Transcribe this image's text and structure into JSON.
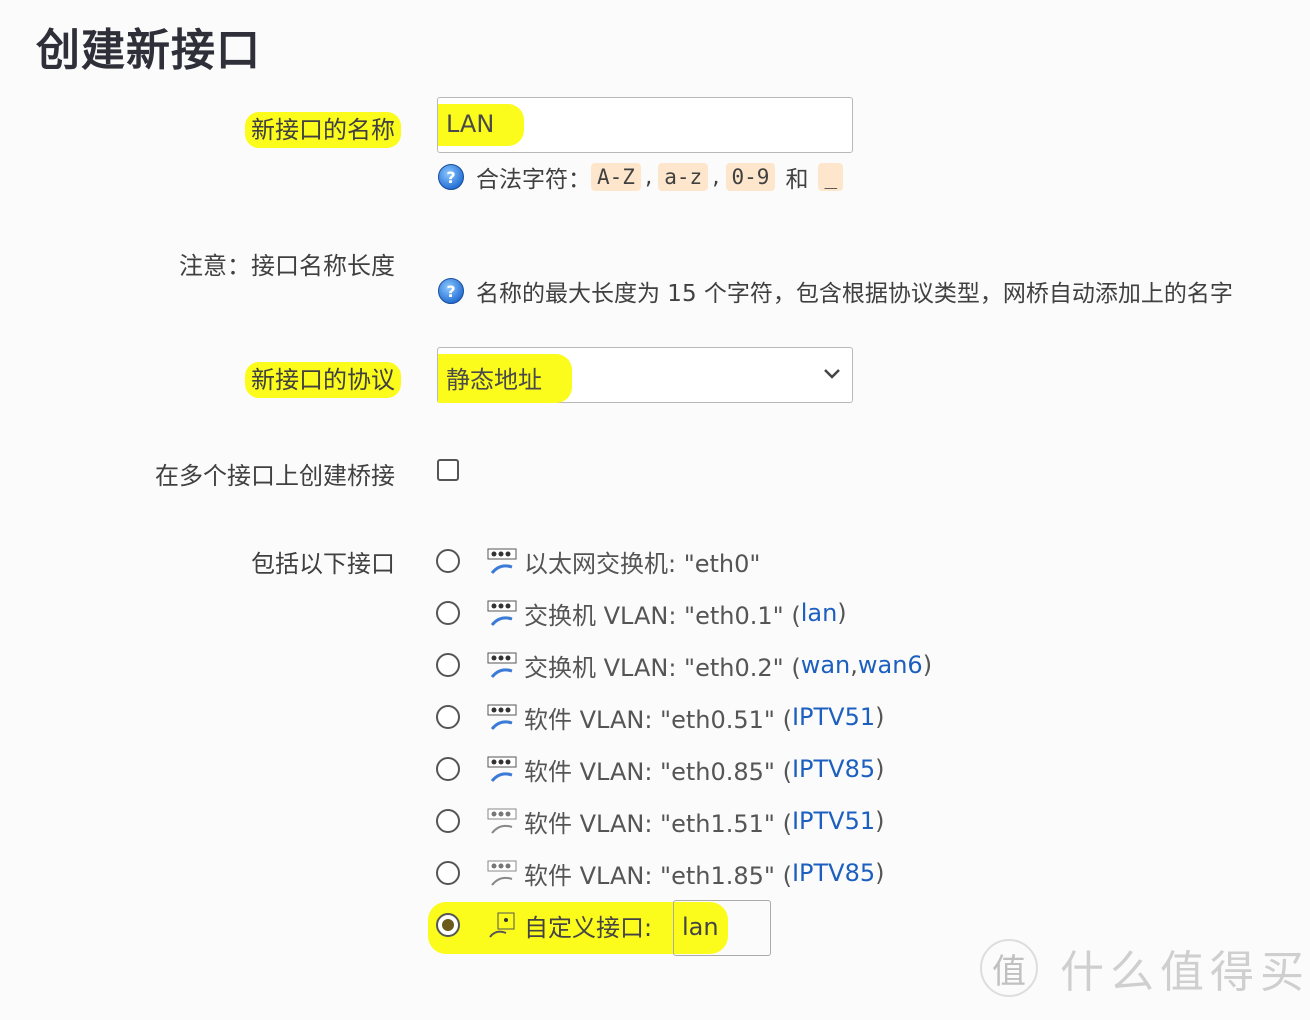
{
  "page": {
    "title": "创建新接口"
  },
  "form": {
    "name": {
      "label": "新接口的名称",
      "value": "LAN",
      "hint_prefix": "合法字符：",
      "tokens": [
        "A-Z",
        "a-z",
        "0-9",
        "_"
      ],
      "separator": ",",
      "and": "和"
    },
    "note": {
      "label": "注意：接口名称长度",
      "hint": "名称的最大长度为 15 个字符，包含根据协议类型，网桥自动添加上的名字"
    },
    "protocol": {
      "label": "新接口的协议",
      "selected": "静态地址"
    },
    "bridge": {
      "label": "在多个接口上创建桥接",
      "checked": false
    },
    "interfaces": {
      "label": "包括以下接口",
      "options": [
        {
          "text": "以太网交换机: \"eth0\"",
          "links": [],
          "checked": false
        },
        {
          "text": "交换机 VLAN: \"eth0.1\" (",
          "links": [
            "lan"
          ],
          "suffix": ")",
          "checked": false
        },
        {
          "text": "交换机 VLAN: \"eth0.2\" (",
          "links": [
            "wan",
            "wan6"
          ],
          "suffix": ")",
          "checked": false
        },
        {
          "text": "软件 VLAN: \"eth0.51\" (",
          "links": [
            "IPTV51"
          ],
          "suffix": ")",
          "checked": false
        },
        {
          "text": "软件 VLAN: \"eth0.85\" (",
          "links": [
            "IPTV85"
          ],
          "suffix": ")",
          "checked": false
        },
        {
          "text": "软件 VLAN: \"eth1.51\" (",
          "links": [
            "IPTV51"
          ],
          "suffix": ")",
          "checked": false
        },
        {
          "text": "软件 VLAN: \"eth1.85\" (",
          "links": [
            "IPTV85"
          ],
          "suffix": ")",
          "checked": false
        }
      ],
      "custom": {
        "label": "自定义接口:",
        "value": "lan",
        "checked": true
      }
    }
  },
  "watermark": {
    "badge": "值",
    "text": "什么值得买"
  },
  "colors": {
    "highlight": "#fbfb1c",
    "link": "#1d5fbf",
    "token_bg": "#fde6cc"
  }
}
